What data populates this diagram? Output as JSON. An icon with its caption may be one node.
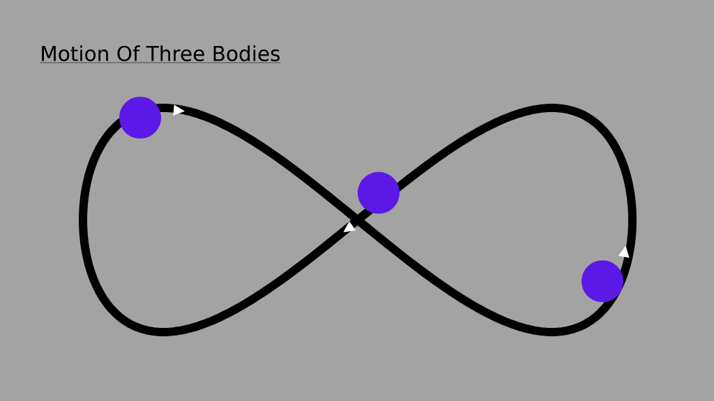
{
  "diagram": {
    "title": "Motion Of Three Bodies",
    "nodes": [
      {
        "text": [],
        "shape": "circle"
      },
      {
        "text": [],
        "shape": "circle"
      },
      {
        "text": [],
        "shape": "circle"
      }
    ]
  }
}
